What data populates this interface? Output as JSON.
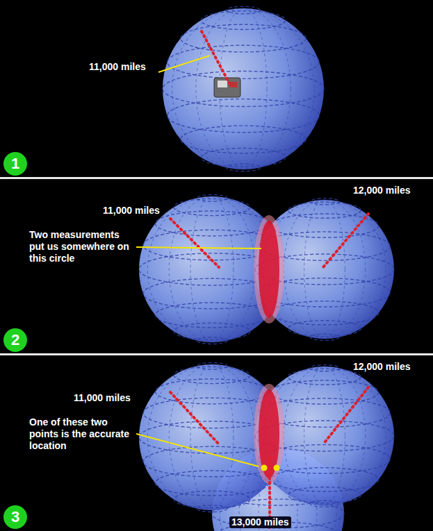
{
  "diagram": {
    "nodes": [
      {
        "text": [
          "1"
        ]
      },
      {
        "text": [
          "2"
        ]
      },
      {
        "text": [
          "3"
        ]
      }
    ],
    "labels": [
      "11,000 miles",
      "12,000 miles",
      "11,000 miles",
      "Two measurements put us somewhere on this circle",
      "12,000 miles",
      "11,000 miles",
      "One of these two points is the accurate location",
      "13,000 miles"
    ]
  }
}
